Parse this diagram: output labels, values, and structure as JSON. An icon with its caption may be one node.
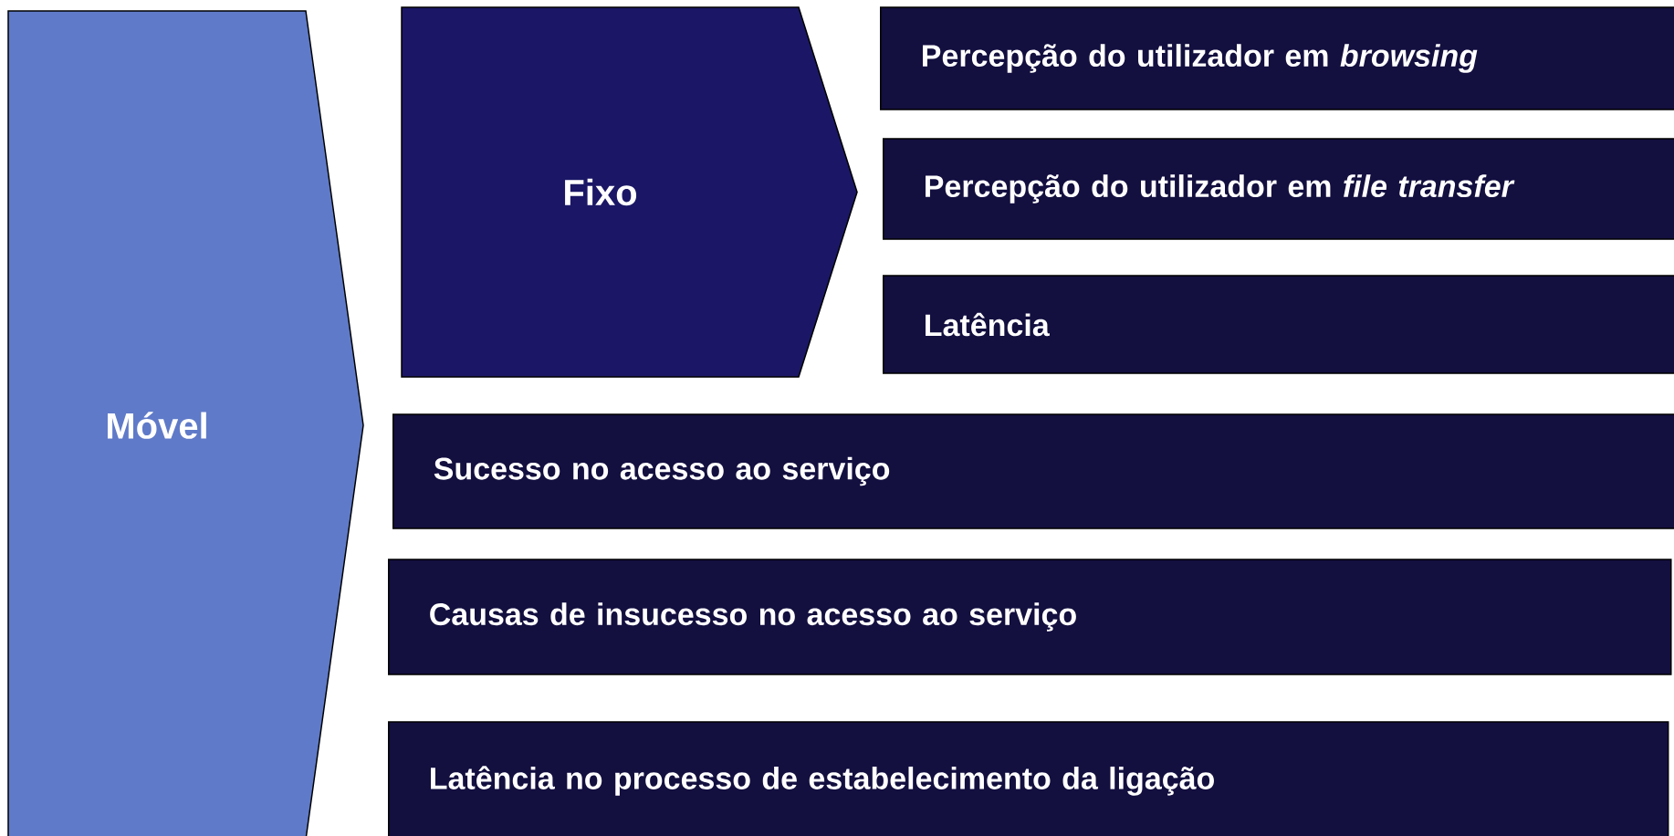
{
  "diagram": {
    "nodes": [
      {
        "text": [
          "Móvel"
        ]
      },
      {
        "text": [
          "Fixo"
        ]
      },
      {
        "text": [
          "Percepção do utilizador em *browsing*"
        ]
      },
      {
        "text": [
          "Percepção do utilizador em *file transfer*"
        ]
      },
      {
        "text": [
          "Latência"
        ]
      },
      {
        "text": [
          "Sucesso no acesso ao serviço"
        ]
      },
      {
        "text": [
          "Causas de insucesso no acesso ao serviço"
        ]
      },
      {
        "text": [
          "Latência no processo de estabelecimento da ligação"
        ]
      }
    ]
  }
}
